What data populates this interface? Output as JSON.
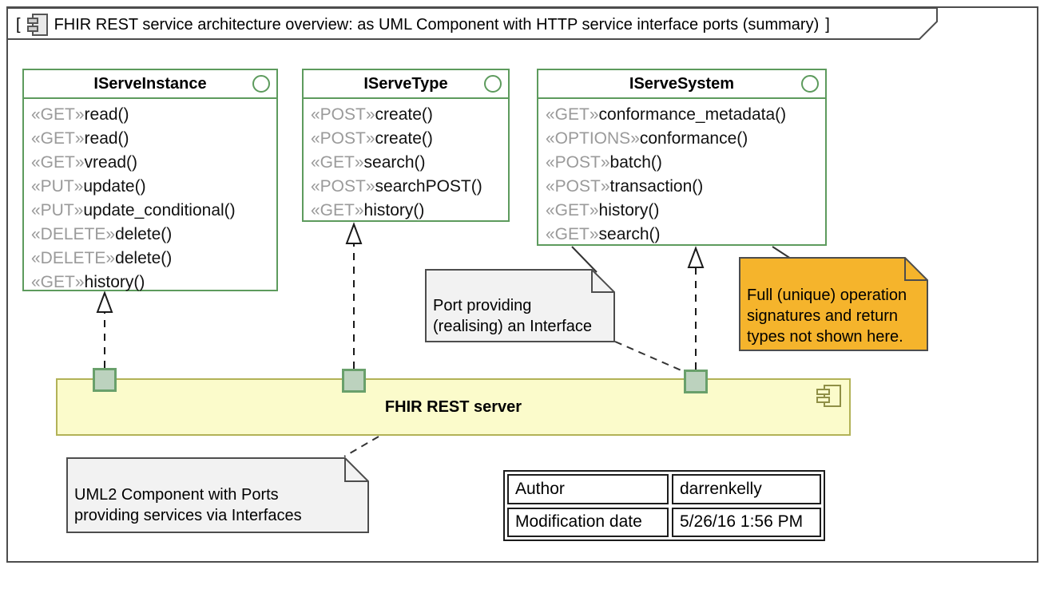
{
  "title": {
    "prefix": "[",
    "text": "FHIR REST service architecture overview: as UML Component with HTTP service interface ports (summary)",
    "suffix": "]"
  },
  "interfaces": [
    {
      "name": "IServeInstance",
      "methods": [
        {
          "stereo": "«GET»",
          "name": "read()"
        },
        {
          "stereo": "«GET»",
          "name": "read()"
        },
        {
          "stereo": "«GET»",
          "name": "vread()"
        },
        {
          "stereo": "«PUT»",
          "name": "update()"
        },
        {
          "stereo": "«PUT»",
          "name": "update_conditional()"
        },
        {
          "stereo": "«DELETE»",
          "name": "delete()"
        },
        {
          "stereo": "«DELETE»",
          "name": "delete()"
        },
        {
          "stereo": "«GET»",
          "name": "history()"
        }
      ]
    },
    {
      "name": "IServeType",
      "methods": [
        {
          "stereo": "«POST»",
          "name": "create()"
        },
        {
          "stereo": "«POST»",
          "name": "create()"
        },
        {
          "stereo": "«GET»",
          "name": "search()"
        },
        {
          "stereo": "«POST»",
          "name": "searchPOST()"
        },
        {
          "stereo": "«GET»",
          "name": "history()"
        }
      ]
    },
    {
      "name": "IServeSystem",
      "methods": [
        {
          "stereo": "«GET»",
          "name": "conformance_metadata()"
        },
        {
          "stereo": "«OPTIONS»",
          "name": "conformance()"
        },
        {
          "stereo": "«POST»",
          "name": "batch()"
        },
        {
          "stereo": "«POST»",
          "name": "transaction()"
        },
        {
          "stereo": "«GET»",
          "name": "history()"
        },
        {
          "stereo": "«GET»",
          "name": "search()"
        }
      ]
    }
  ],
  "component": {
    "label": "FHIR REST server"
  },
  "notes": {
    "port": {
      "lines": [
        "Port providing",
        "(realising) an Interface"
      ]
    },
    "signature": {
      "lines": [
        "Full (unique) operation",
        "signatures and return",
        "types not shown here."
      ]
    },
    "component": {
      "lines": [
        "UML2 Component with Ports",
        "providing services via Interfaces"
      ]
    }
  },
  "info_table": {
    "rows": [
      {
        "label": "Author",
        "value": "darrenkelly"
      },
      {
        "label": "Modification date",
        "value": "5/26/16 1:56 PM"
      }
    ]
  },
  "icons": {
    "title_icon": "uml-component-icon",
    "bar_icon": "uml-component-icon",
    "lollipop": "interface-circle-icon"
  },
  "colors": {
    "green": "#5d9b5d",
    "portfill": "#bcd2be",
    "portborder": "#69a06b",
    "barfill": "#fbfbcb",
    "barborder": "#b2b257",
    "notegray": "#f2f2f2",
    "noteorange": "#f5b42c",
    "stereo": "#9a9a9a",
    "ink": "#1a1a1a",
    "frame": "#4d4d4d"
  }
}
